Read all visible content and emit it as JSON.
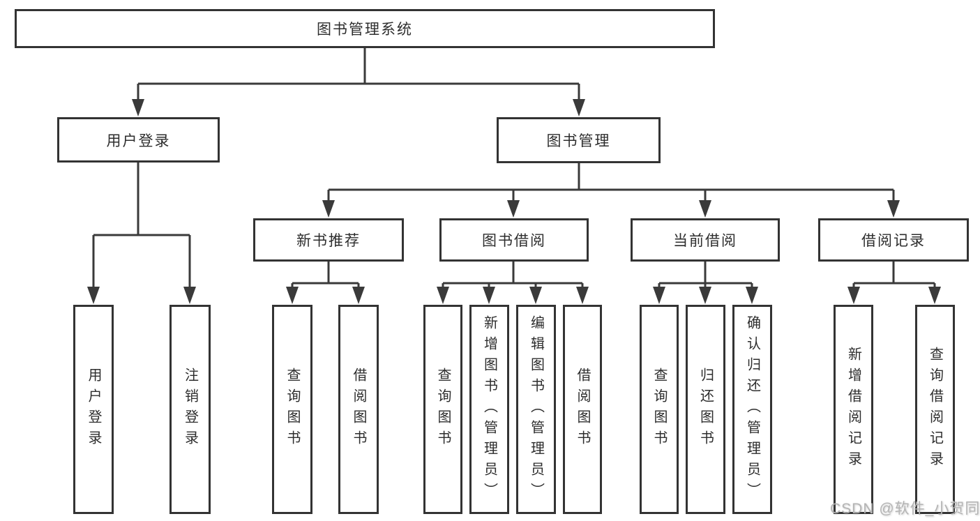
{
  "diagram_title": "图书管理系统",
  "watermark": "CSDN @软件_小贺同学",
  "colors": {
    "line": "#3a3a3a",
    "box_border": "#333333",
    "text": "#2d2d2d",
    "watermark": "#b4b4b4",
    "background": "#ffffff"
  },
  "tree": {
    "root": "图书管理系统",
    "branches": [
      {
        "label": "用户登录",
        "children": [
          "用户登录",
          "注销登录"
        ]
      },
      {
        "label": "图书管理",
        "sections": [
          {
            "label": "新书推荐",
            "children": [
              "查询图书",
              "借阅图书"
            ]
          },
          {
            "label": "图书借阅",
            "children": [
              "查询图书",
              "新增图书（管理员）",
              "编辑图书（管理员）",
              "借阅图书"
            ]
          },
          {
            "label": "当前借阅",
            "children": [
              "查询图书",
              "归还图书",
              "确认归还（管理员）"
            ]
          },
          {
            "label": "借阅记录",
            "children": [
              "新增借阅记录",
              "查询借阅记录"
            ]
          }
        ]
      }
    ]
  }
}
